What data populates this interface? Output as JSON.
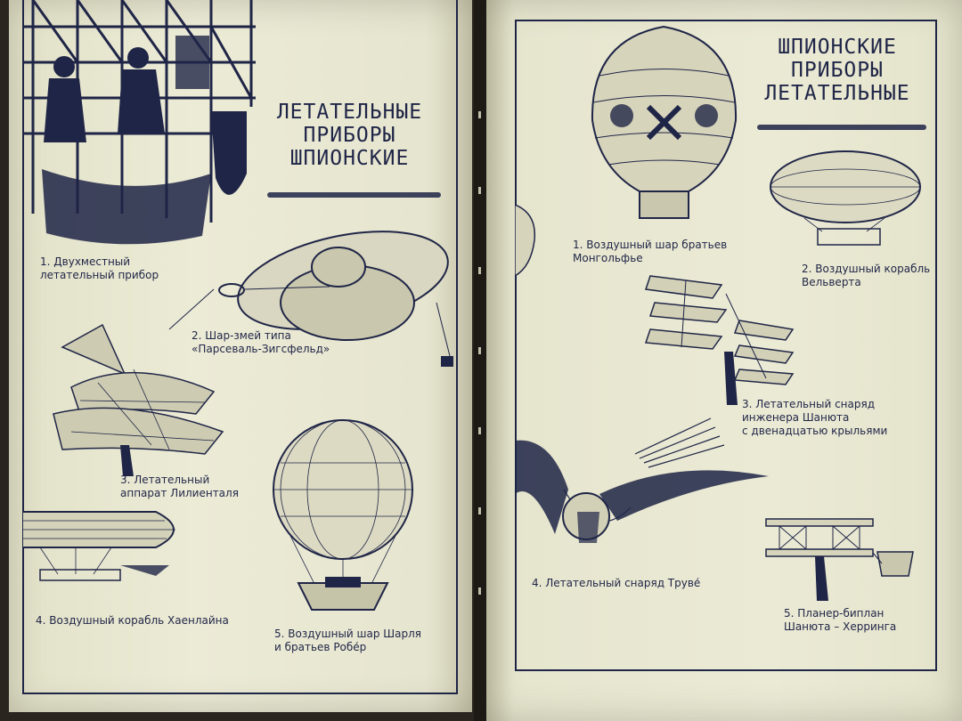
{
  "left_page": {
    "title_lines": [
      "ЛЕТАТЕЛЬНЫЕ",
      "ПРИБОРЫ",
      "ШПИОНСКИЕ"
    ],
    "captions": [
      {
        "lines": [
          "1. Двухместный",
          "летательный прибор"
        ]
      },
      {
        "lines": [
          "2. Шар-змей типа",
          "«Парсеваль-Зигсфельд»"
        ]
      },
      {
        "lines": [
          "3. Летательный",
          "аппарат Лилиенталя"
        ]
      },
      {
        "lines": [
          "4. Воздушный корабль Хаенлайна"
        ]
      },
      {
        "lines": [
          "5. Воздушный шар Шарля",
          "и братьев Робе́р"
        ]
      }
    ]
  },
  "right_page": {
    "title_lines": [
      "ШПИОНСКИЕ",
      "ПРИБОРЫ",
      "ЛЕТАТЕЛЬНЫЕ"
    ],
    "captions": [
      {
        "lines": [
          "1. Воздушный шар братьев",
          "Монгольфье"
        ]
      },
      {
        "lines": [
          "2. Воздушный корабль",
          "Вельверта"
        ]
      },
      {
        "lines": [
          "3. Летательный снаряд",
          "инженера Шанюта",
          "с двенадцатью крыльями"
        ]
      },
      {
        "lines": [
          "4. Летательный снаряд Труве́"
        ]
      },
      {
        "lines": [
          "5. Планер-биплан",
          "Шанюта – Херринга"
        ]
      }
    ]
  },
  "colors": {
    "ink": "#1f2547",
    "paper": "#e9e8d3",
    "background": "#2b2520"
  },
  "illustrations": [
    "two-seat-flying-apparatus-engraving",
    "kite-balloon-engraving",
    "lilienthal-glider-engraving",
    "haenlein-airship-engraving",
    "charles-robert-balloon-engraving",
    "montgolfier-balloon-engraving",
    "welwert-airship-engraving",
    "chanute-multiwing-glider-engraving",
    "trouve-ornithopter-engraving",
    "chanute-herring-biplane-engraving"
  ]
}
